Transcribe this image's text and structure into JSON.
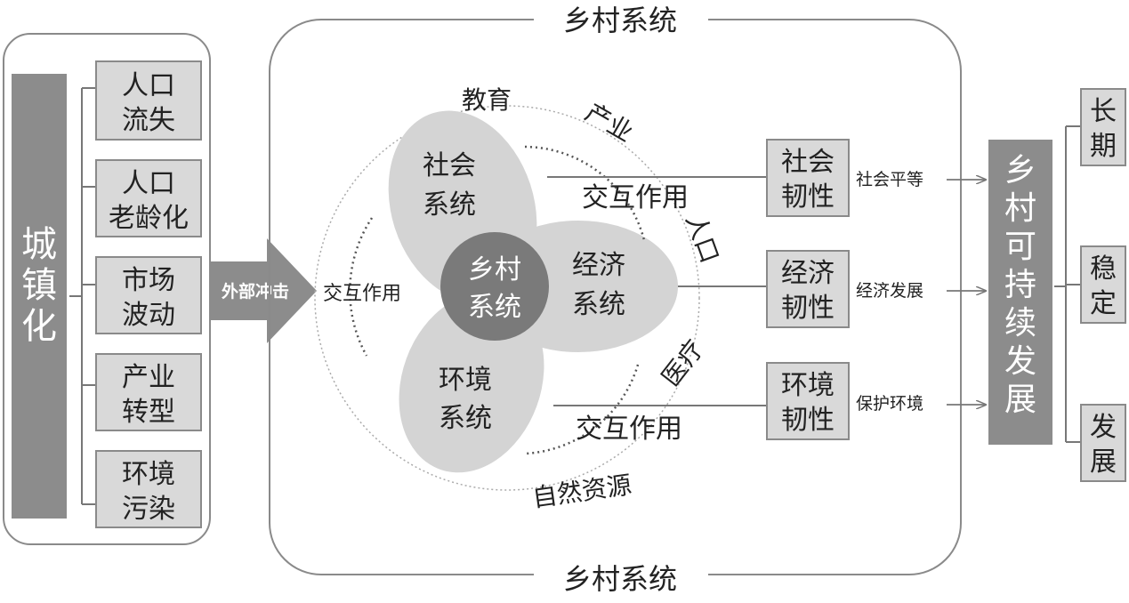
{
  "urbanization": {
    "title": "城镇化",
    "factors": [
      {
        "line1": "人口",
        "line2": "流失"
      },
      {
        "line1": "人口",
        "line2": "老龄化"
      },
      {
        "line1": "市场",
        "line2": "波动"
      },
      {
        "line1": "产业",
        "line2": "转型"
      },
      {
        "line1": "环境",
        "line2": "污染"
      }
    ]
  },
  "arrow_label": "外部冲击",
  "rural_system": {
    "frame_title_top": "乡村系统",
    "frame_title_bottom": "乡村系统",
    "core": {
      "line1": "乡村",
      "line2": "系统"
    },
    "subsystems": {
      "social": {
        "line1": "社会",
        "line2": "系统"
      },
      "economic": {
        "line1": "经济",
        "line2": "系统"
      },
      "environment": {
        "line1": "环境",
        "line2": "系统"
      }
    },
    "interaction_left": "交互作用",
    "interaction_upper": "交互作用",
    "interaction_lower": "交互作用",
    "elements": {
      "education": "教育",
      "industry": "产业",
      "population": "人口",
      "medical": "医疗",
      "natural_resources": "自然资源"
    }
  },
  "resilience": [
    {
      "line1": "社会",
      "line2": "韧性",
      "effect": "社会平等"
    },
    {
      "line1": "经济",
      "line2": "韧性",
      "effect": "经济发展"
    },
    {
      "line1": "环境",
      "line2": "韧性",
      "effect": "保护环境"
    }
  ],
  "sustainable": {
    "chars": [
      "乡",
      "村",
      "可",
      "持",
      "续",
      "发",
      "展"
    ]
  },
  "outcomes": [
    {
      "line1": "长",
      "line2": "期"
    },
    {
      "line1": "稳",
      "line2": "定"
    },
    {
      "line1": "发",
      "line2": "展"
    }
  ],
  "colors": {
    "dark_bar": "#8c8c8c",
    "box_fill": "#d9d9d9",
    "petal_fill": "#d4d4d4",
    "core_fill": "#7a7a7a",
    "arrow_fill": "#8c8c8c"
  }
}
